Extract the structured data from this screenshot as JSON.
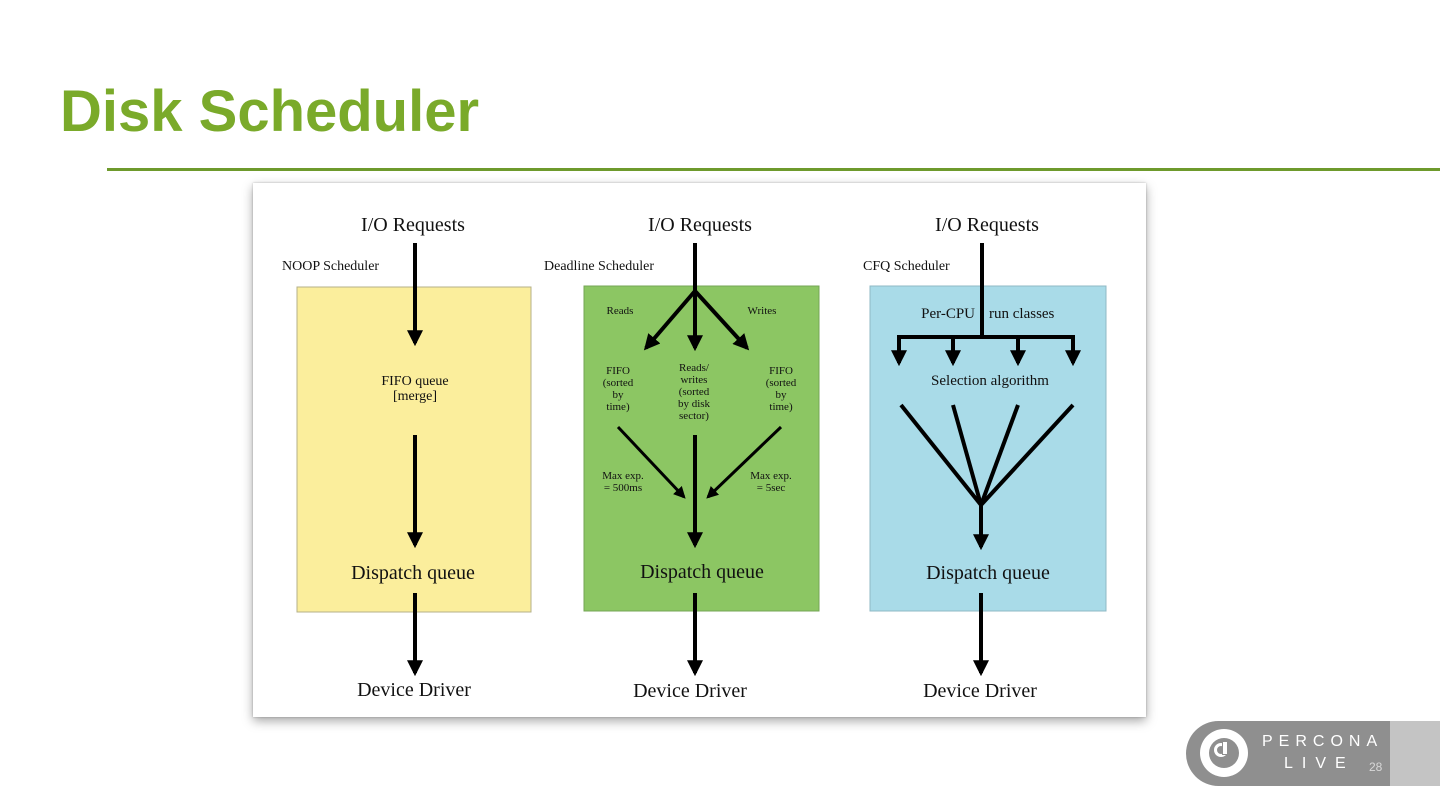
{
  "slide": {
    "title": "Disk Scheduler",
    "page_number": "28"
  },
  "footer": {
    "brand_line1": "PERCONA",
    "brand_line2": "LIVE",
    "logo_icon": "power-icon"
  },
  "diagram": {
    "colors": {
      "noop": "#fbee9c",
      "deadline": "#8cc663",
      "cfq": "#a9dbe8"
    },
    "noop": {
      "top": "I/O Requests",
      "scheduler": "NOOP Scheduler",
      "queue_line1": "FIFO queue",
      "queue_line2": "[merge]",
      "dispatch": "Dispatch queue",
      "driver": "Device Driver"
    },
    "deadline": {
      "top": "I/O Requests",
      "scheduler": "Deadline Scheduler",
      "reads": "Reads",
      "writes": "Writes",
      "left_fifo": [
        "FIFO",
        "(sorted",
        "by",
        "time)"
      ],
      "center": [
        "Reads/",
        "writes",
        "(sorted",
        "by disk",
        "sector)"
      ],
      "right_fifo": [
        "FIFO",
        "(sorted",
        "by",
        "time)"
      ],
      "left_max": [
        "Max exp.",
        "= 500ms"
      ],
      "right_max": [
        "Max exp.",
        "= 5sec"
      ],
      "dispatch": "Dispatch queue",
      "driver": "Device Driver"
    },
    "cfq": {
      "top": "I/O Requests",
      "scheduler": "CFQ Scheduler",
      "percpu_a": "Per-CPU",
      "percpu_b": "run classes",
      "selection": "Selection algorithm",
      "dispatch": "Dispatch queue",
      "driver": "Device Driver"
    }
  }
}
